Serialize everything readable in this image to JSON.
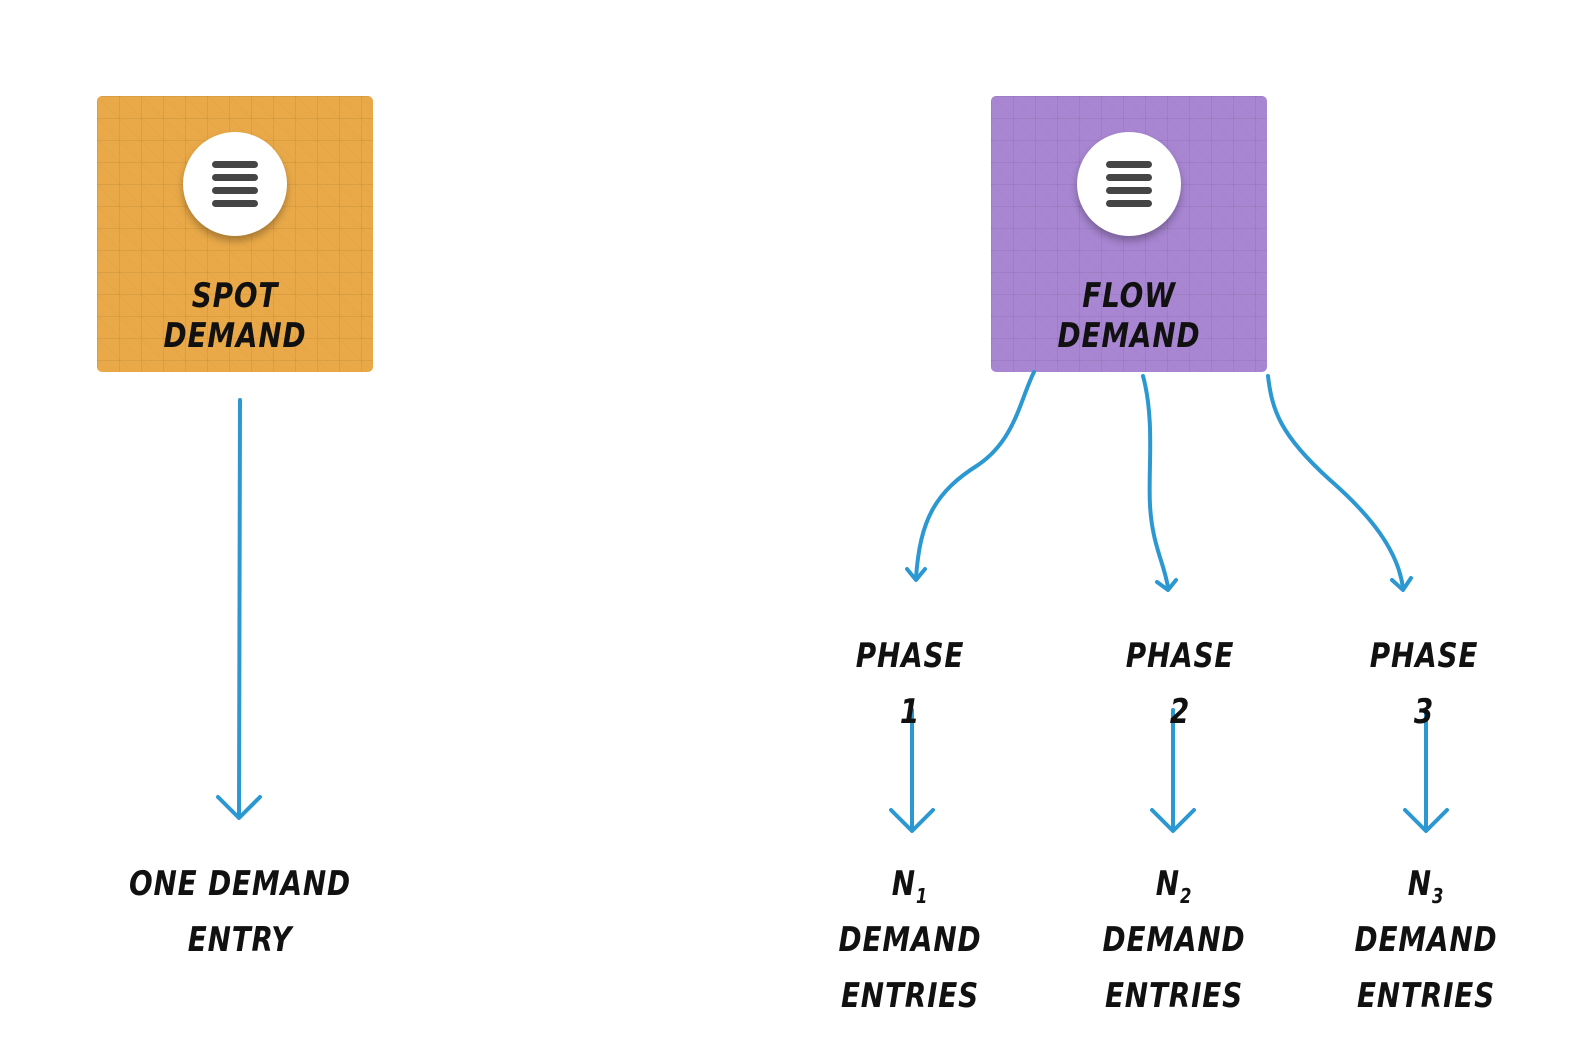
{
  "colors": {
    "spot": "#e9a948",
    "flow": "#a886d2",
    "arrow": "#2b98d2"
  },
  "spot": {
    "title": "SPOT DEMAND",
    "icon": "hamburger-list-icon",
    "result": {
      "line1": "ONE DEMAND",
      "line2": "ENTRY"
    }
  },
  "flow": {
    "title": "FLOW DEMAND",
    "icon": "hamburger-list-icon",
    "phases": [
      {
        "label": "PHASE 1",
        "n": "N",
        "sub": "1",
        "rest": " DEMAND",
        "line2": "ENTRIES"
      },
      {
        "label": "PHASE 2",
        "n": "N",
        "sub": "2",
        "rest": " DEMAND",
        "line2": "ENTRIES"
      },
      {
        "label": "PHASE 3",
        "n": "N",
        "sub": "3",
        "rest": " DEMAND",
        "line2": "ENTRIES"
      }
    ]
  }
}
